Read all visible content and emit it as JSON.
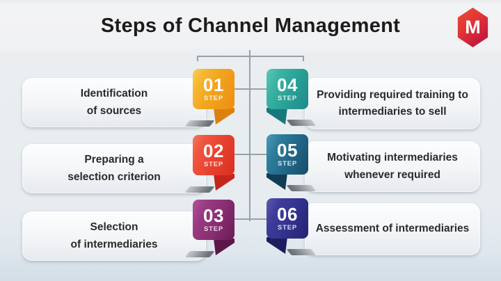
{
  "header": {
    "title": "Steps of Channel Management"
  },
  "logo": {
    "letter": "M",
    "brand_color": "#c81d3e"
  },
  "palette": {
    "background_top": "#f1f2f3",
    "background_bottom": "#d3dee8",
    "connector_line": "#99a1a8",
    "card_background": "#f3f5f7",
    "label_text": "#2a2a2a",
    "title_text": "#1c1c1c"
  },
  "steps": [
    {
      "number": "01",
      "step_word": "STEP",
      "line1": "Identification",
      "line2": "of sources",
      "color": "#f2a51f",
      "side": "left"
    },
    {
      "number": "02",
      "step_word": "STEP",
      "line1": "Preparing a",
      "line2": "selection criterion",
      "color": "#e84331",
      "side": "left"
    },
    {
      "number": "03",
      "step_word": "STEP",
      "line1": "Selection",
      "line2": "of intermediaries",
      "color": "#8a2f74",
      "side": "left"
    },
    {
      "number": "04",
      "step_word": "STEP",
      "line1": "Providing required training to",
      "line2": "intermediaries to sell",
      "color": "#2aa296",
      "side": "right"
    },
    {
      "number": "05",
      "step_word": "STEP",
      "line1": "Motivating intermediaries",
      "line2": "whenever required",
      "color": "#23688a",
      "side": "right"
    },
    {
      "number": "06",
      "step_word": "STEP",
      "line1": "Assessment of intermediaries",
      "line2": "",
      "color": "#333390",
      "side": "right"
    }
  ]
}
